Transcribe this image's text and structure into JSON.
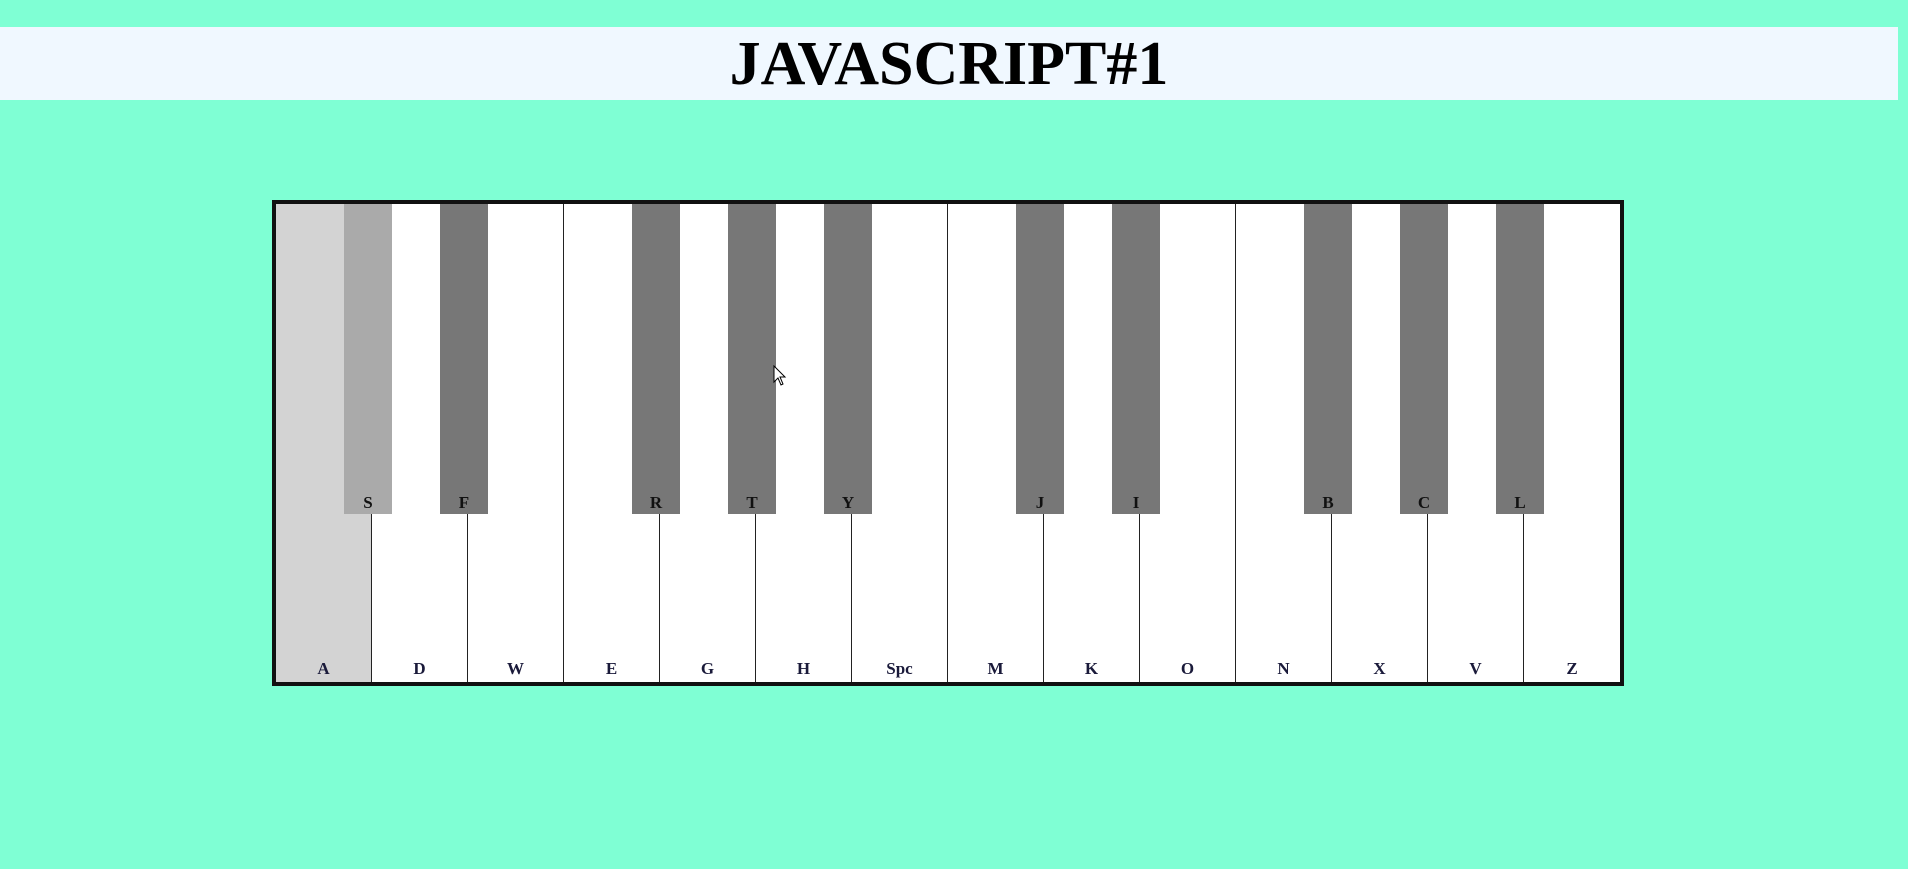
{
  "page": {
    "title": "JAVASCRIPT#1"
  },
  "colors": {
    "background": "#7fffd4",
    "header_background": "#f0f8ff",
    "white_key": "#ffffff",
    "white_key_pressed": "#d3d3d3",
    "black_key": "#777777",
    "black_key_pressed": "#aaaaaa"
  },
  "piano": {
    "white_keys": [
      {
        "label": "A",
        "pressed": true
      },
      {
        "label": "D",
        "pressed": false
      },
      {
        "label": "W",
        "pressed": false
      },
      {
        "label": "E",
        "pressed": false
      },
      {
        "label": "G",
        "pressed": false
      },
      {
        "label": "H",
        "pressed": false
      },
      {
        "label": "Spc",
        "pressed": false
      },
      {
        "label": "M",
        "pressed": false
      },
      {
        "label": "K",
        "pressed": false
      },
      {
        "label": "O",
        "pressed": false
      },
      {
        "label": "N",
        "pressed": false
      },
      {
        "label": "X",
        "pressed": false
      },
      {
        "label": "V",
        "pressed": false
      },
      {
        "label": "Z",
        "pressed": false
      }
    ],
    "black_keys": [
      {
        "label": "S",
        "pressed": true
      },
      {
        "label": "F",
        "pressed": false
      },
      {
        "label": "R",
        "pressed": false
      },
      {
        "label": "T",
        "pressed": false
      },
      {
        "label": "Y",
        "pressed": false
      },
      {
        "label": "J",
        "pressed": false
      },
      {
        "label": "I",
        "pressed": false
      },
      {
        "label": "B",
        "pressed": false
      },
      {
        "label": "C",
        "pressed": false
      },
      {
        "label": "L",
        "pressed": false
      }
    ]
  },
  "cursor_icon": "arrow-cursor-icon"
}
